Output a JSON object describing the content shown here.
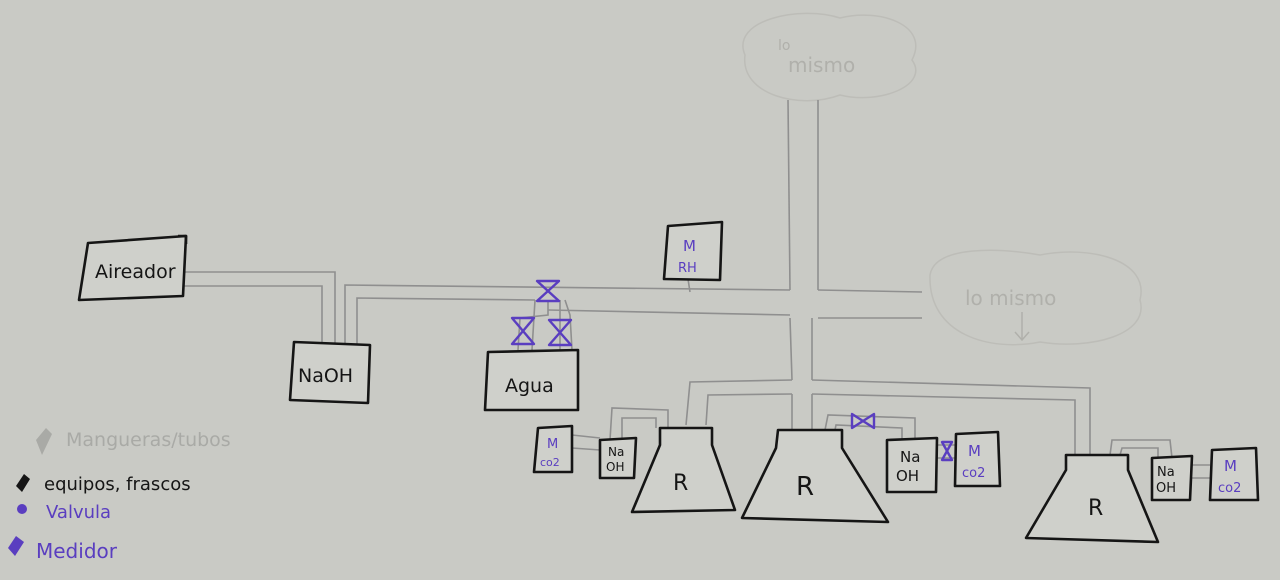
{
  "colors": {
    "paper": "#c9cac5",
    "ink": "#151515",
    "pencil": "#8f8f8f",
    "pencil_light": "#a9aaa6",
    "violet": "#5a3ec0"
  },
  "nodes": {
    "aireador": "Aireador",
    "naoh_main": "NaOH",
    "agua": "Agua",
    "meter_rh_m": "M",
    "meter_rh_rh": "RH",
    "reactor1": "R",
    "reactor2": "R",
    "reactor3": "R",
    "meter1_m": "M",
    "meter1_co2": "co2",
    "naoh1_na": "Na",
    "naoh1_oh": "OH",
    "naoh2_na": "Na",
    "naoh2_oh": "OH",
    "meter2_m": "M",
    "meter2_co2": "co2",
    "naoh3_na": "Na",
    "naoh3_oh": "OH",
    "meter3_m": "M",
    "meter3_co2": "co2"
  },
  "notes": {
    "lo_mismo_top_1": "lo",
    "lo_mismo_top_2": "mismo",
    "lo_mismo_right": "lo mismo"
  },
  "legend": {
    "mangueras": "Mangueras/tubos",
    "equipos": "equipos, frascos",
    "valvula": "Valvula",
    "medidor": "Medidor"
  }
}
